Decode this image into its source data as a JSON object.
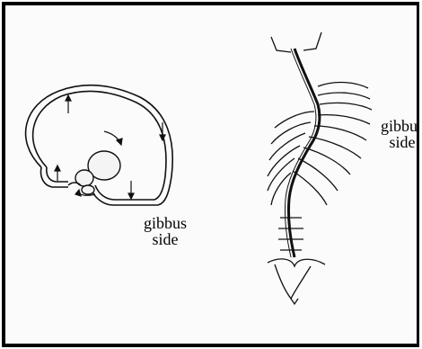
{
  "labels": {
    "left_gibbus": "gibbus",
    "left_side": "side",
    "right_gibbus": "gibbus",
    "right_side": "side"
  }
}
